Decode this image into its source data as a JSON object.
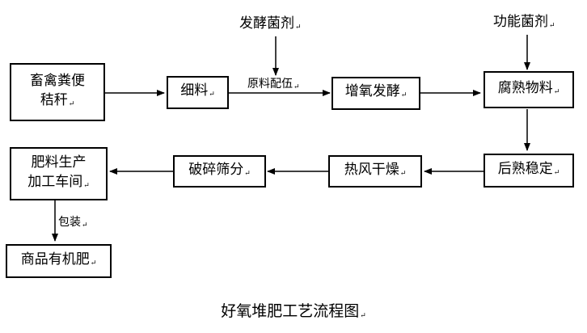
{
  "nodes": {
    "manure": "畜禽粪便秸秆",
    "fine": "细料",
    "aerobic_ferment": "增氧发酵",
    "decomposed": "腐熟物料",
    "post_stable": "后熟稳定",
    "hot_air_dry": "热风干燥",
    "crush_screen": "破碎筛分",
    "workshop": "肥料生产加工车间",
    "product": "商品有机肥"
  },
  "labels": {
    "ferment_agent": "发酵菌剂",
    "function_agent": "功能菌剂",
    "mix": "原料配伍",
    "pack": "包装"
  },
  "title": "好氧堆肥工艺流程图",
  "paragraph_mark": "↵"
}
